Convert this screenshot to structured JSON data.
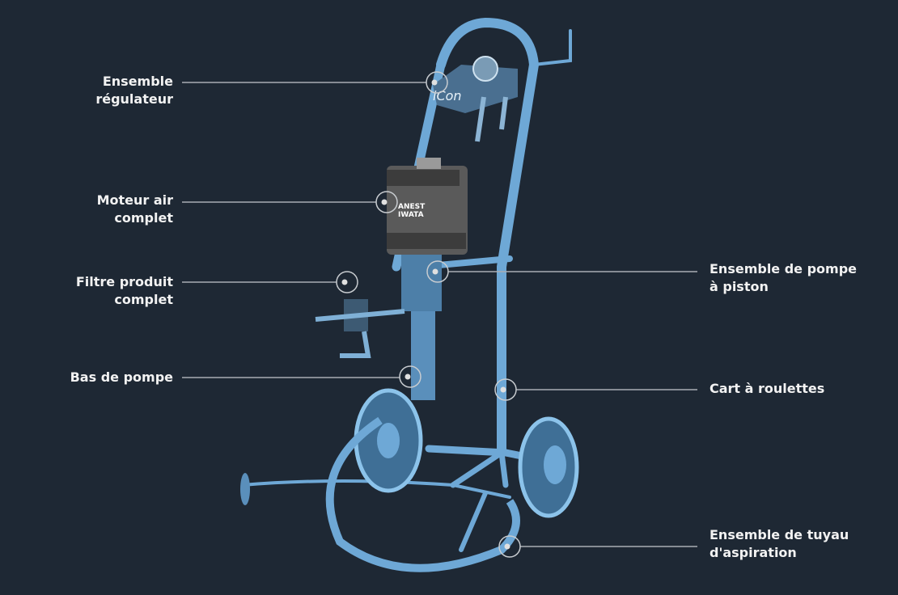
{
  "labels": {
    "regulateur": [
      "Ensemble",
      "régulateur"
    ],
    "moteur": [
      "Moteur air",
      "complet"
    ],
    "filtre": [
      "Filtre produit",
      "complet"
    ],
    "bas_pompe": [
      "Bas de pompe"
    ],
    "pompe_piston": [
      "Ensemble de pompe",
      "à piston"
    ],
    "cart": [
      "Cart à roulettes"
    ],
    "tuyau": [
      "Ensemble de tuyau",
      "d'aspiration"
    ]
  },
  "logos": {
    "product": "iCon",
    "brand": [
      "ANEST",
      "IWATA"
    ]
  },
  "colors": {
    "background": "#1e2834",
    "frame": "#7fb7e0",
    "leader_line": "#a8adb3"
  }
}
